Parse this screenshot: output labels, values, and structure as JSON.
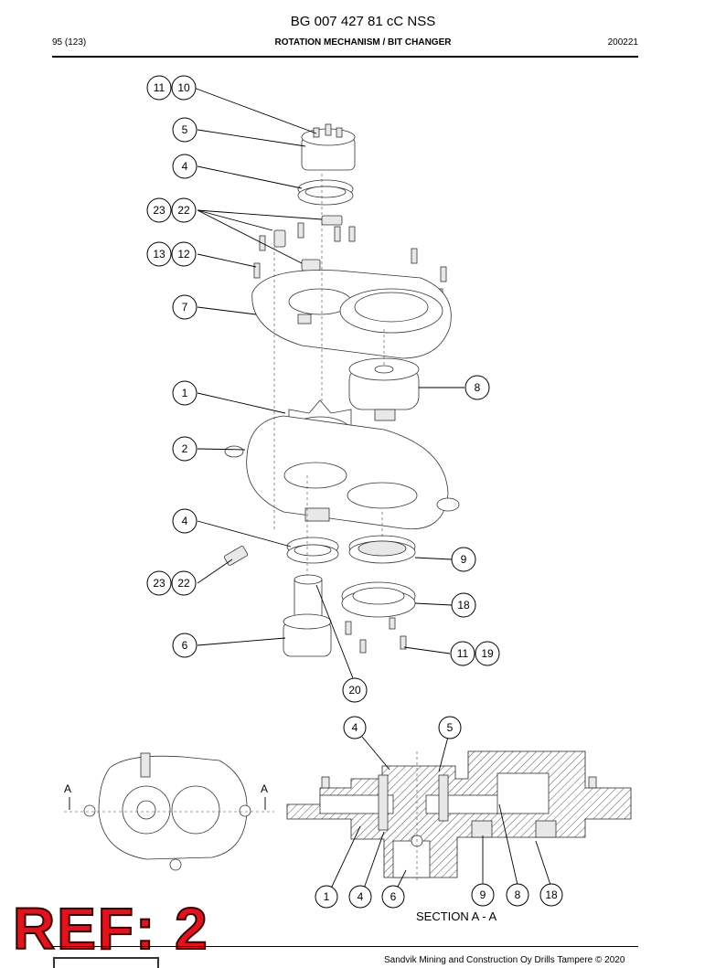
{
  "header": {
    "doc_code": "BG 007 427 81 cC NSS",
    "page": "95 (123)",
    "section_title": "ROTATION MECHANISM / BIT CHANGER",
    "date": "200221"
  },
  "exploded_view": {
    "callouts": [
      "11",
      "10",
      "5",
      "4",
      "23",
      "22",
      "13",
      "12",
      "7",
      "8",
      "1",
      "2",
      "4",
      "9",
      "23",
      "22",
      "18",
      "6",
      "11",
      "19",
      "20"
    ]
  },
  "section_view": {
    "label": "SECTION A - A",
    "cut_mark": "A",
    "callouts_top": [
      "4",
      "5"
    ],
    "callouts_bottom": [
      "1",
      "4",
      "6",
      "9",
      "8",
      "18"
    ]
  },
  "stamp": {
    "text": "REF: 2",
    "color": "#e0141e"
  },
  "footer": {
    "text": "Sandvik Mining and Construction Oy Drills Tampere © 2020"
  }
}
